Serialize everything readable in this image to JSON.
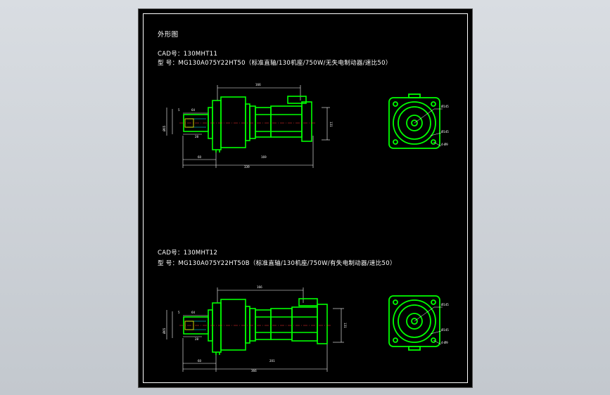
{
  "drawing": {
    "title": "外形图",
    "colors": {
      "background": "#000000",
      "outline": "#00ff00",
      "dimension": "#ffffff",
      "centerline": "#ff3030",
      "accent": "#00ffff"
    },
    "views": [
      {
        "cad_label": "CAD号：130MHT11",
        "model_label": "型  号：MG130A075Y22HT50（标准直轴/130机座/750W/无失电制动器/速比50）",
        "dims": {
          "top_len": "166",
          "shaft": "64",
          "left_h": "Ø65",
          "key": "5",
          "inner": "28",
          "flange_off": "60",
          "body_len": "169",
          "total_len": "339",
          "right_h": "131",
          "end_view_pcd": "Ø145",
          "end_view_bolt": "4-Ø9"
        }
      },
      {
        "cad_label": "CAD号：130MHT12",
        "model_label": "型  号：MG130A075Y22HT50B（标准直轴/130机座/750W/有失电制动器/速比50）",
        "dims": {
          "top_len": "166",
          "shaft": "64",
          "left_h": "Ø65",
          "key": "5",
          "inner": "28",
          "flange_off": "60",
          "body_len": "201",
          "total_len": "366",
          "right_h": "131",
          "end_view_pcd": "Ø145",
          "end_view_bolt": "4-Ø9"
        }
      }
    ]
  }
}
